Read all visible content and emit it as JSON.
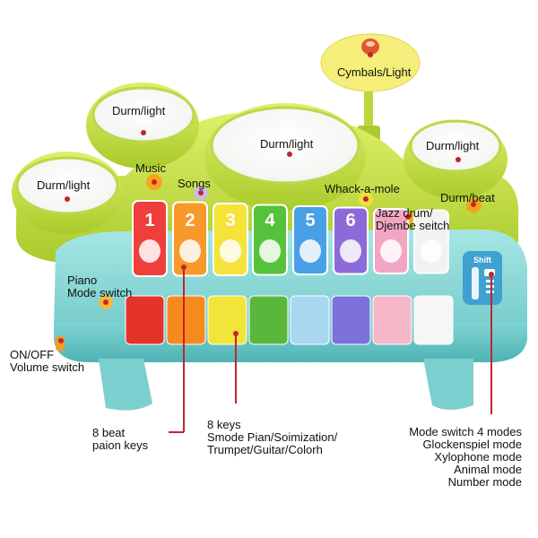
{
  "labels": {
    "cymbals": "Cymbals/Light",
    "drum_left_top": "Durm/light",
    "drum_center": "Durm/light",
    "drum_right": "Durm/light",
    "drum_left": "Durm/light",
    "music": "Music",
    "songs": "Songs",
    "whack": "Whack-a-mole",
    "drum_beat": "Durm/beat",
    "jazz_line1": "Jazz drum/",
    "jazz_line2": "Djembe seitch",
    "piano_line1": "Piano",
    "piano_line2": "Mode switch",
    "onoff_line1": "ON/OFF",
    "onoff_line2": "Volume switch",
    "beat_line1": "8 beat",
    "beat_line2": "paion keys",
    "keys_line1": "8 keys",
    "keys_line2": "Smode Pian/Soimization/",
    "keys_line3": "Trumpet/Guitar/Colorh",
    "mode_line1": "Mode switch 4 modes",
    "mode_line2": "Glockenspiel mode",
    "mode_line3": "Xylophone mode",
    "mode_line4": "Animal mode",
    "mode_line5": "Number mode",
    "shift": "Shift"
  },
  "xylophone_numbers": [
    "1",
    "2",
    "3",
    "4",
    "5",
    "6"
  ],
  "colors": {
    "body_lime": "#c9e64a",
    "body_lime_dark": "#a8c92e",
    "keyboard_teal": "#8ad8d6",
    "keyboard_teal_dark": "#5fbfc0",
    "leader": "#c0262b"
  }
}
